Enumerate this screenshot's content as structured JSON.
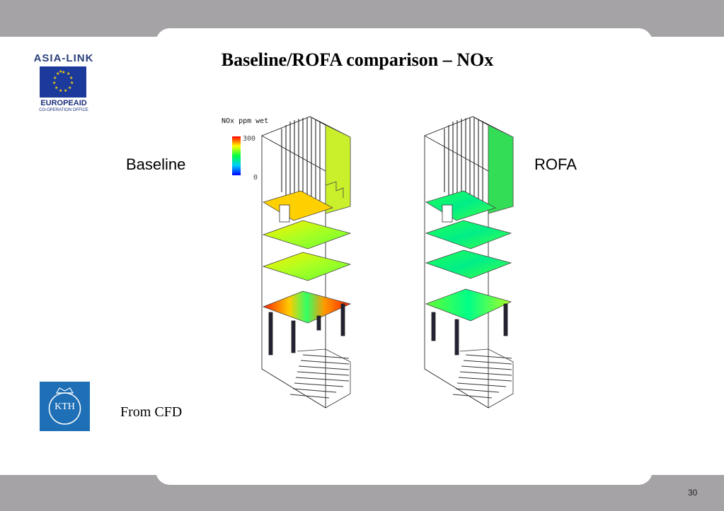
{
  "slide": {
    "title": "Baseline/ROFA comparison – NOx",
    "page_number": "30",
    "caption": "From CFD"
  },
  "logos": {
    "asia_link": "ASIA-LINK",
    "europeaid": "EUROPEAID",
    "cooperation_office": "CO-OPERATION OFFICE",
    "kth": "KTH"
  },
  "figure": {
    "left_label": "Baseline",
    "right_label": "ROFA",
    "legend_title": "NOx ppm wet",
    "legend_max": "300",
    "legend_min": "0"
  },
  "colors": {
    "band": "#a6a3a6",
    "eu_blue": "#1b3a9c",
    "kth_blue": "#1e6fb6"
  }
}
